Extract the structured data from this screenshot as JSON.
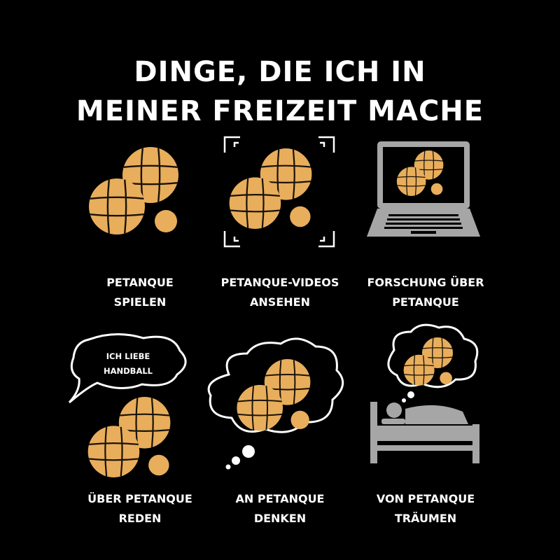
{
  "title": {
    "line1": "DINGE, DIE ICH IN",
    "line2": "MEINER FREIZEIT MACHE"
  },
  "colors": {
    "ball": "#e8ae5c",
    "ball_stripe": "#1a120a",
    "grey": "#a6a6a6",
    "background": "#000000",
    "text": "#ffffff"
  },
  "panels": [
    {
      "caption": [
        "PETANQUE",
        "SPIELEN"
      ],
      "icon": "petanque-balls-icon"
    },
    {
      "caption": [
        "PETANQUE-VIDEOS",
        "ANSEHEN"
      ],
      "icon": "camera-frame-icon"
    },
    {
      "caption": [
        "FORSCHUNG ÜBER",
        "PETANQUE"
      ],
      "icon": "laptop-icon"
    },
    {
      "caption": [
        "ÜBER PETANQUE",
        "REDEN"
      ],
      "icon": "speech-bubble-icon",
      "bubble": [
        "ICH LIEBE",
        "HANDBALL"
      ]
    },
    {
      "caption": [
        "AN PETANQUE",
        "DENKEN"
      ],
      "icon": "thought-bubble-icon"
    },
    {
      "caption": [
        "VON PETANQUE",
        "TRÄUMEN"
      ],
      "icon": "bed-icon"
    }
  ]
}
